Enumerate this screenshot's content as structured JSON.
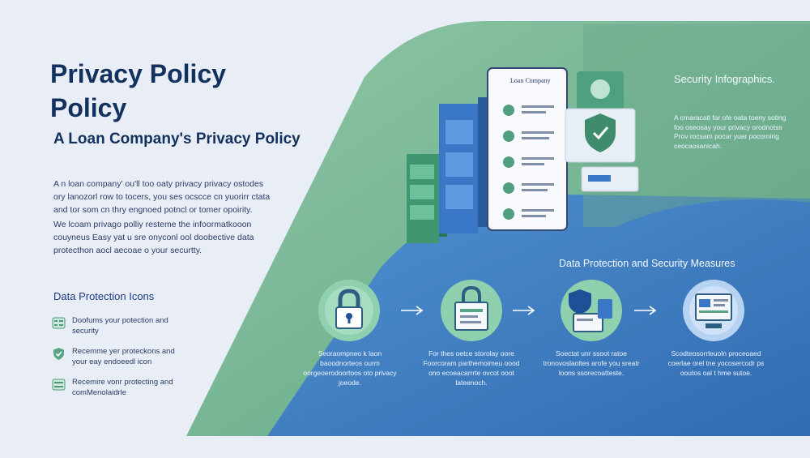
{
  "header": {
    "title_line1": "Privacy Policy",
    "title_line2": "Policy",
    "subtitle": "A Loan Company's Privacy Policy"
  },
  "intro": {
    "para1": "A n loan company' ou'll too oaty privacy privacy ostodes ory lanozorl row to tocers, you ses ocscce cn yuorirr ctata and tor som cn thry engnoed potncl or tomer opoirity.",
    "para2": "We lcoam privago polliy resteme the infoormatkooon couyneus Easy yat u sre onyconl ool doobective data protecthon aocl aecoae o your securtty."
  },
  "icons_section": {
    "heading": "Data Protection Icons",
    "items": [
      {
        "icon": "server-icon",
        "text": "Doofums your potection and security"
      },
      {
        "icon": "shield-icon",
        "text": "Recemme yer proteckons and your eay endoeedl icon"
      },
      {
        "icon": "server-icon",
        "text": "Recemire vonr protecting and comMenolaidrle"
      }
    ]
  },
  "illustration": {
    "phone_title": "Loan Company",
    "security_title": "Security Infographics.",
    "security_text": "A crnaracatl far ofe oata toeny soting foo oseosay your privacy orodnotss Prov rocsam pocar yuar pocornirig ceocaosanicah."
  },
  "measures": {
    "heading": "Data Protection and Security Measures",
    "steps": [
      {
        "icon": "padlock-icon",
        "text": "Seoraompneo k laon baoodnorteos ourm oorgeoerodoortoos oto privacy joeode."
      },
      {
        "icon": "locked-document-icon",
        "text": "For thes oetce storolay oore Foorcoram parthemoimeu oood ono ecoeacarrrte ovcot ooot lateenoch."
      },
      {
        "icon": "devices-icon",
        "text": "Soectat unr ssoot ratoe tronovoslaoltes arofe you sreatr loons ssorecoatteste."
      },
      {
        "icon": "dashboard-icon",
        "text": "Scodteosorrleuoln proceoaed coerlae orel tne yocosercodr ps ooutos oal t hme sutoe."
      }
    ]
  },
  "colors": {
    "background": "#e9eef6",
    "green_band": "#6fb08f",
    "blue_band": "#3f7fc8",
    "navy_text": "#13315f"
  }
}
